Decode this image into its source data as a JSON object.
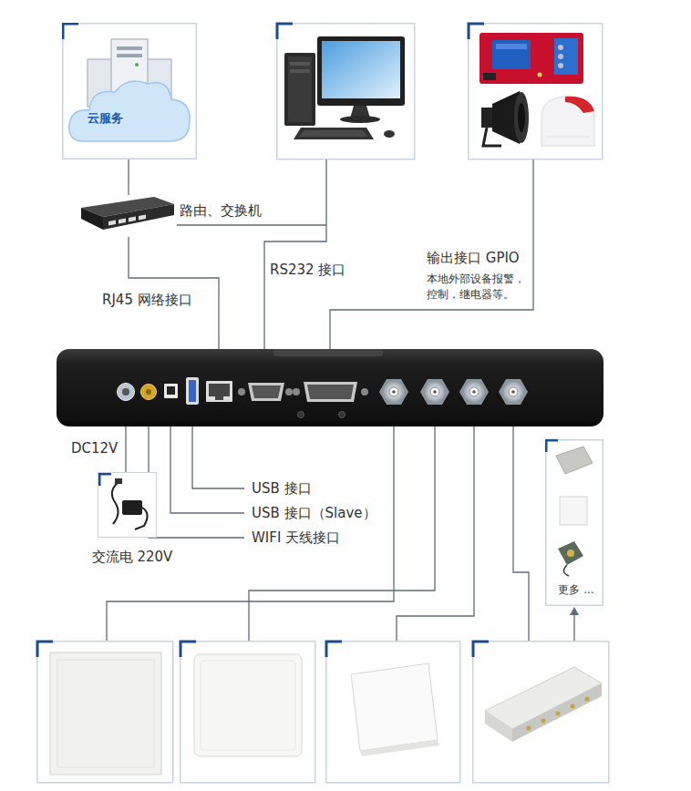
{
  "diagram": {
    "nodes": [
      {
        "text": [
          "云服务"
        ]
      },
      {
        "text": [
          "路由、交换机"
        ]
      },
      {
        "text": [
          "交流电 220V"
        ]
      },
      {
        "text": [
          "更多 ..."
        ]
      }
    ],
    "edges": [
      {
        "from": 1,
        "to": 0,
        "arrow": "none"
      }
    ],
    "labels": [
      "RJ45 网络接口",
      "RS232 接口",
      "输出接口 GPIO",
      "本地外部设备报警， 控制，继电器等。",
      "DC12V",
      "USB 接口",
      "USB 接口（Slave）",
      "WIFI 天线接口"
    ]
  }
}
